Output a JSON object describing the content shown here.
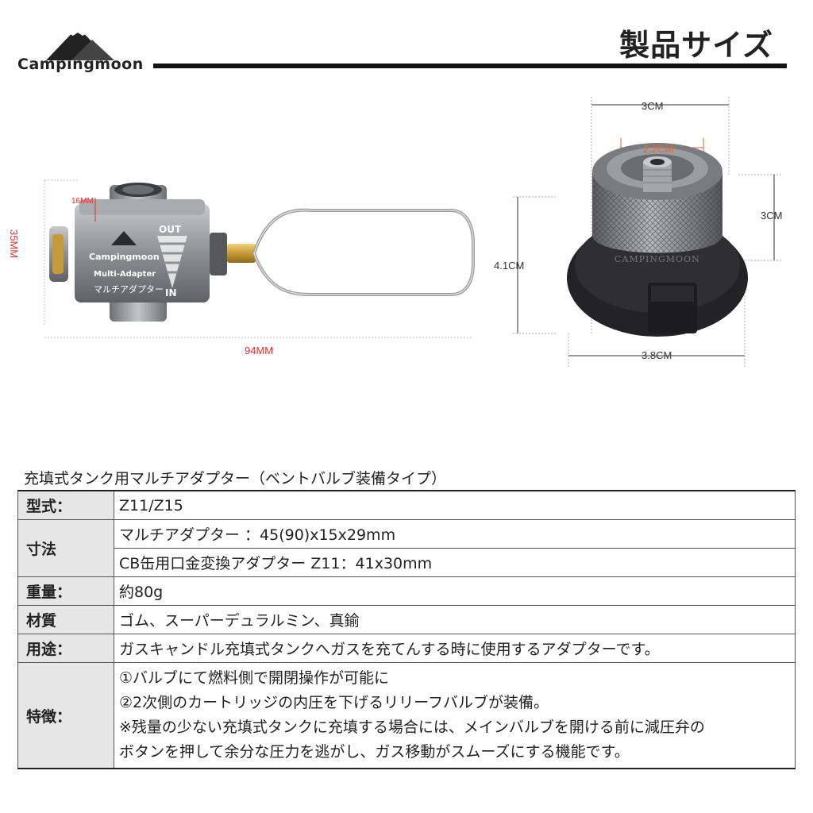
{
  "header": {
    "brand": "Campingmoon",
    "title": "製品サイズ"
  },
  "left_product": {
    "body_brand": "Campingmoon",
    "label_out": "OUT",
    "label_in": "IN",
    "model_line1": "Multi-Adapter",
    "model_line2": "マルチアダプター",
    "dim_height": "35MM",
    "dim_inner": "16MM",
    "dim_width": "94MM"
  },
  "right_product": {
    "ring_brand": "CAMPINGMOON",
    "dim_top": "3CM",
    "dim_inner": "2.2CM",
    "dim_side": "3CM",
    "dim_height": "4.1CM",
    "dim_bottom": "3.8CM"
  },
  "spec": {
    "caption": "充填式タンク用マルチアダプター（ベントバルブ装備タイプ）",
    "rows": {
      "model": {
        "key": "型式：",
        "value": "Z11/Z15"
      },
      "size": {
        "key": "寸法",
        "value1": "マルチアダプター ：45(90)x15x29mm",
        "value2": "CB缶用口金変換アダプター Z11：41x30mm"
      },
      "weight": {
        "key": "重量：",
        "value": "約80g"
      },
      "material": {
        "key": "材質",
        "value": "ゴム、スーパーデュラルミン、真鍮"
      },
      "usage": {
        "key": "用途：",
        "value": "ガスキャンドル充填式タンクへガスを充てんする時に使用するアダプターです。"
      },
      "features": {
        "key": "特徴：",
        "lines": [
          "①バルブにて燃料側で開閉操作が可能に",
          "②2次側のカートリッジの内圧を下げるリリーフバルブが装備。",
          "※残量の少ない充填式タンクに充填する場合には、メインバルブを開ける前に減圧弁の",
          "ボタンを押して余分な圧力を逃がし、ガス移動がスムーズにする機能です。"
        ]
      }
    }
  },
  "colors": {
    "rule": "#111111",
    "key_bg": "#e6e6e6",
    "dim_red": "#dd3333",
    "dim_orange": "#e5662b"
  }
}
